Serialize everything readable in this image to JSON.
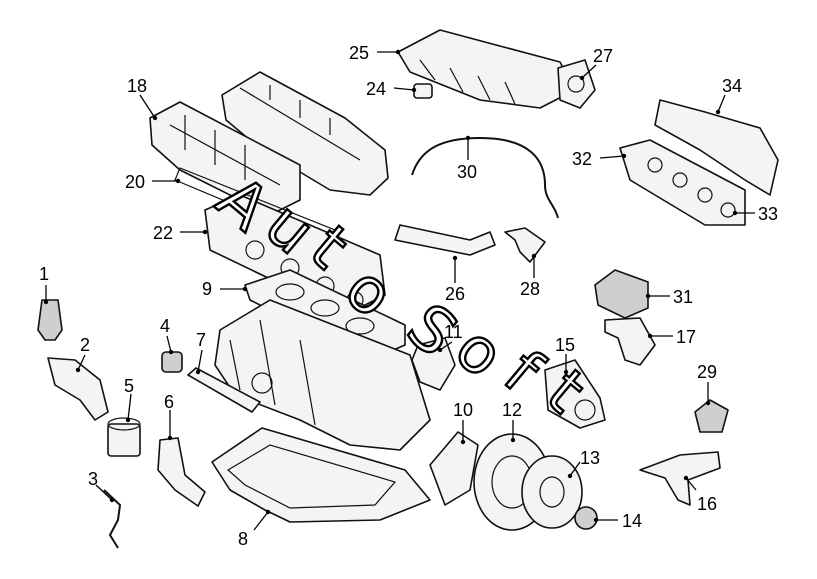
{
  "callouts": [
    "1",
    "2",
    "3",
    "4",
    "5",
    "6",
    "7",
    "8",
    "9",
    "10",
    "11",
    "12",
    "13",
    "14",
    "15",
    "16",
    "17",
    "18",
    "20",
    "22",
    "24",
    "25",
    "26",
    "27",
    "28",
    "29",
    "30",
    "31",
    "32",
    "33",
    "34"
  ],
  "watermark": [
    "A",
    "u",
    "t",
    "o",
    "S",
    "o",
    "f",
    "t"
  ],
  "colors": {
    "line": "#111111",
    "fill": "#f4f4f4",
    "shade": "#cfcfcf",
    "background": "#ffffff"
  }
}
